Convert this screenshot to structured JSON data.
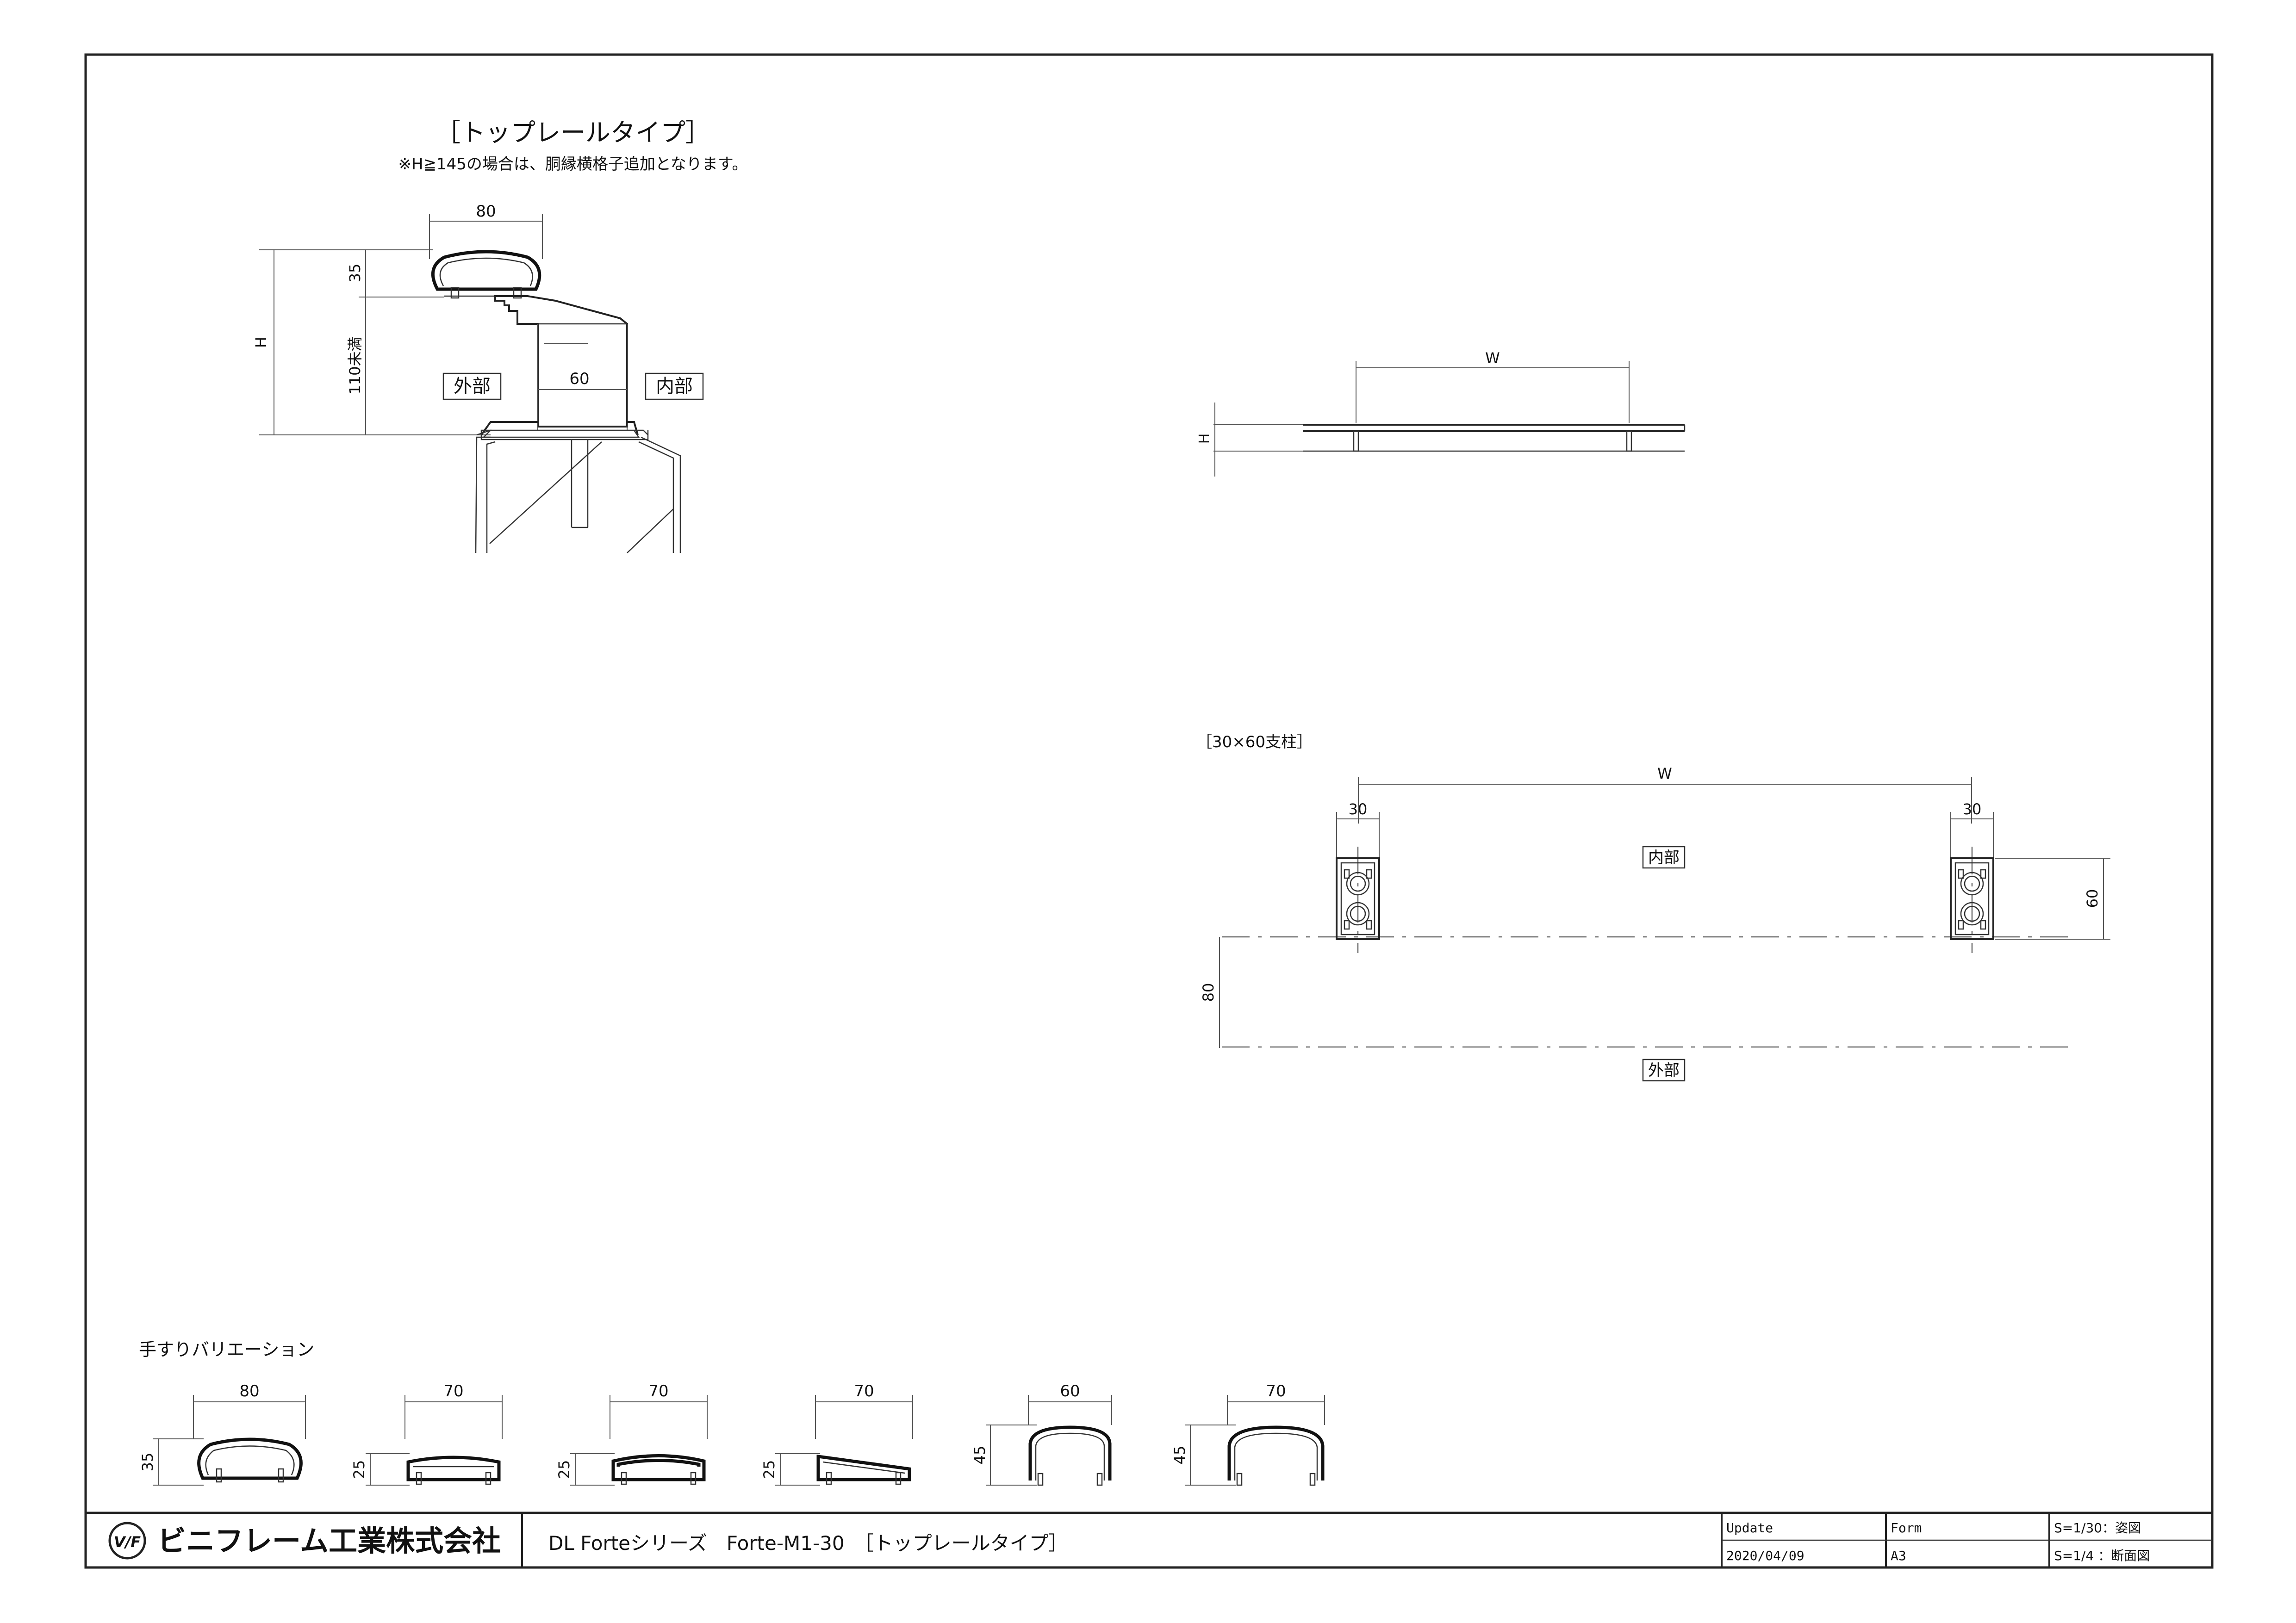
{
  "section": {
    "title": "［トップレールタイプ］",
    "note": "※H≧145の場合は、胴縁横格子追加となります。",
    "dim_top_width": "80",
    "dim_rail_height": "35",
    "dim_h": "H",
    "dim_lower": "110未満",
    "dim_post": "60",
    "label_outside": "外部",
    "label_inside": "内部"
  },
  "elevation": {
    "dim_w": "W",
    "dim_h": "H"
  },
  "plan": {
    "title": "［30×60支柱］",
    "dim_w": "W",
    "dim_left_post": "30",
    "dim_right_post": "30",
    "dim_depth": "60",
    "dim_offset": "80",
    "label_inside": "内部",
    "label_outside": "外部"
  },
  "variations": {
    "title": "手すりバリエーション",
    "items": [
      {
        "width": "80",
        "height": "35"
      },
      {
        "width": "70",
        "height": "25"
      },
      {
        "width": "70",
        "height": "25"
      },
      {
        "width": "70",
        "height": "25"
      },
      {
        "width": "60",
        "height": "45"
      },
      {
        "width": "70",
        "height": "45"
      }
    ]
  },
  "title_block": {
    "company": "ビニフレーム工業株式会社",
    "logo_mark": "V/F",
    "drawing_title": "DL Forteシリーズ　Forte-M1-30　［トップレールタイプ］",
    "update_label": "Update",
    "update_value": "2020/04/09",
    "form_label": "Form",
    "form_value": "A3",
    "scale_1": "S=1/30：姿図",
    "scale_2": "S=1/4 ：断面図"
  }
}
